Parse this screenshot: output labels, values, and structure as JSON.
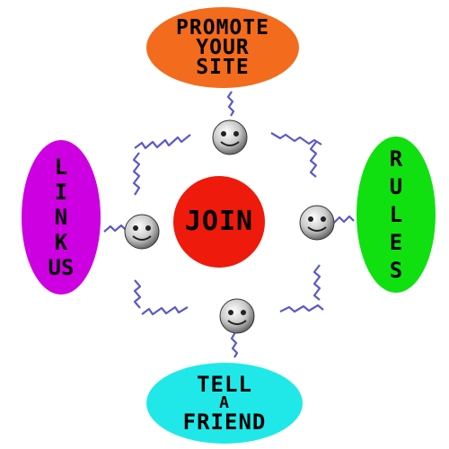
{
  "buttons": {
    "promote": [
      "PROMOTE",
      "YOUR",
      "SITE"
    ],
    "join": "JOIN",
    "link": [
      "L",
      "I",
      "N",
      "K",
      "US"
    ],
    "rules": [
      "R",
      "U",
      "L",
      "E",
      "S"
    ],
    "tell": [
      "TELL",
      "A",
      "FRIEND"
    ]
  },
  "colors": {
    "promote": "#f36b1c",
    "join": "#ee1a0c",
    "link": "#cc00e0",
    "rules": "#10e010",
    "tell": "#20e8e8"
  },
  "icons": [
    "smiley-face-icon",
    "squiggle-line-icon"
  ]
}
